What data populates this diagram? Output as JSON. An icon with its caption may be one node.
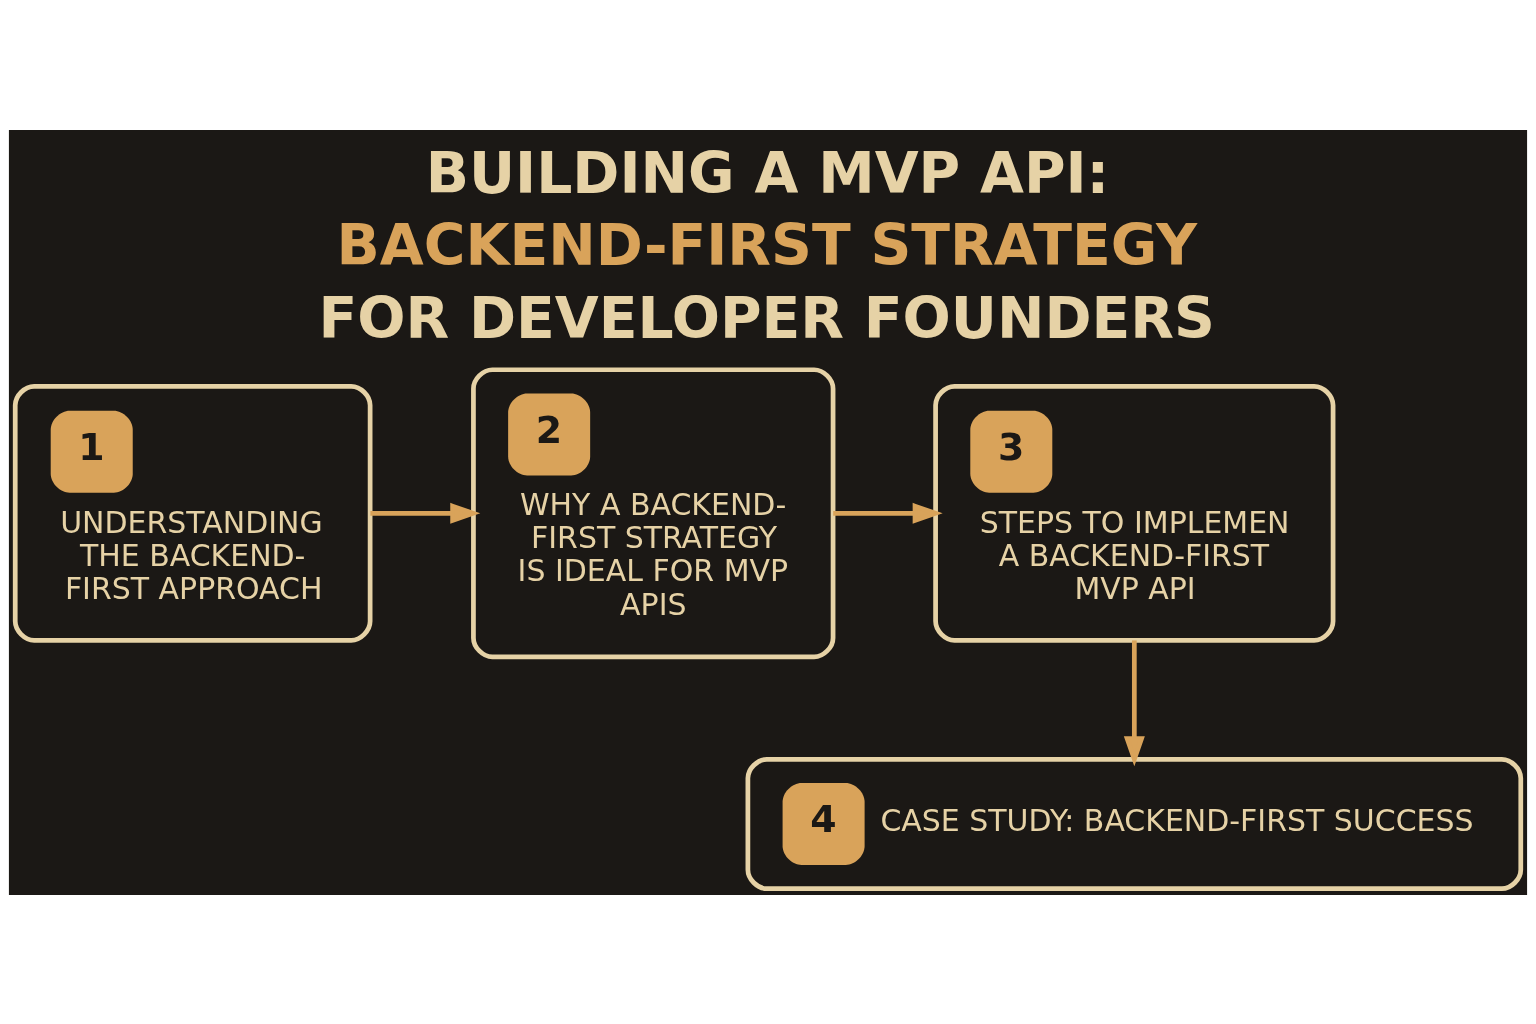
{
  "diagram": {
    "title": "BUILDING A MVP API: BACKEND-FIRST STRATEGY FOR DEVELOPER FOUNDERS",
    "nodes": [
      {
        "text": [
          "1",
          "UNDERSTANDING THE BACKEND-FIRST APPROACH"
        ]
      },
      {
        "text": [
          "2",
          "WHY A BACKEND-FIRST STRATEGY IS IDEAL FOR MVP APIS"
        ]
      },
      {
        "text": [
          "3",
          "STEPS TO IMPLEMEN A BACKEND-FIRST MVP API"
        ]
      },
      {
        "text": [
          "4",
          "CASE STUDY: BACKEND-FIRST SUCCESS"
        ]
      }
    ],
    "edges": [
      {
        "from": 0,
        "to": 1,
        "arrow": "to"
      },
      {
        "from": 1,
        "to": 2,
        "arrow": "to"
      },
      {
        "from": 2,
        "to": 3,
        "arrow": "to"
      }
    ]
  }
}
